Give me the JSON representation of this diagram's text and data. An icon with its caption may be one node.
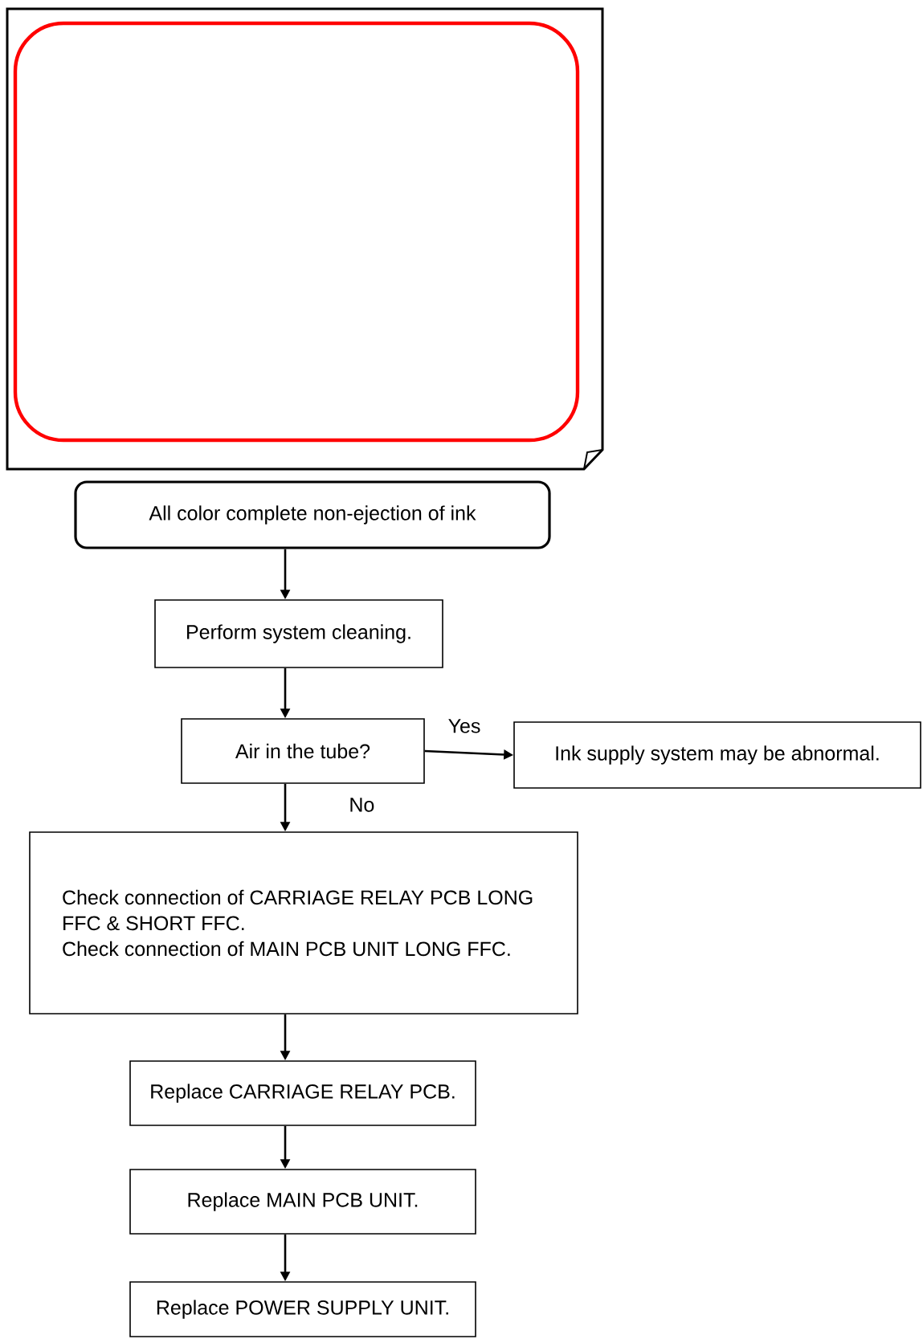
{
  "diagram": {
    "nodes": [
      {
        "text": [
          "All color complete non-ejection of ink"
        ]
      },
      {
        "text": [
          "Perform system cleaning."
        ]
      },
      {
        "text": [
          "Air in the tube?"
        ]
      },
      {
        "text": [
          "Ink supply system may be abnormal."
        ]
      },
      {
        "text": [
          "Check connection of CARRIAGE RELAY PCB LONG FFC & SHORT FFC.",
          "Check connection of MAIN PCB UNIT LONG FFC."
        ]
      },
      {
        "text": [
          "Replace CARRIAGE RELAY PCB."
        ]
      },
      {
        "text": [
          "Replace MAIN PCB UNIT."
        ]
      },
      {
        "text": [
          "Replace POWER SUPPLY UNIT."
        ]
      }
    ],
    "edges": [
      {
        "from": 0,
        "to": 1,
        "arrow": "to"
      },
      {
        "from": 1,
        "to": 2,
        "arrow": "to"
      },
      {
        "from": 2,
        "to": 3,
        "arrow": "to",
        "label": "Yes"
      },
      {
        "from": 2,
        "to": 4,
        "arrow": "to",
        "label": "No"
      },
      {
        "from": 4,
        "to": 5,
        "arrow": "to"
      },
      {
        "from": 5,
        "to": 6,
        "arrow": "to"
      },
      {
        "from": 6,
        "to": 7,
        "arrow": "to"
      }
    ]
  }
}
